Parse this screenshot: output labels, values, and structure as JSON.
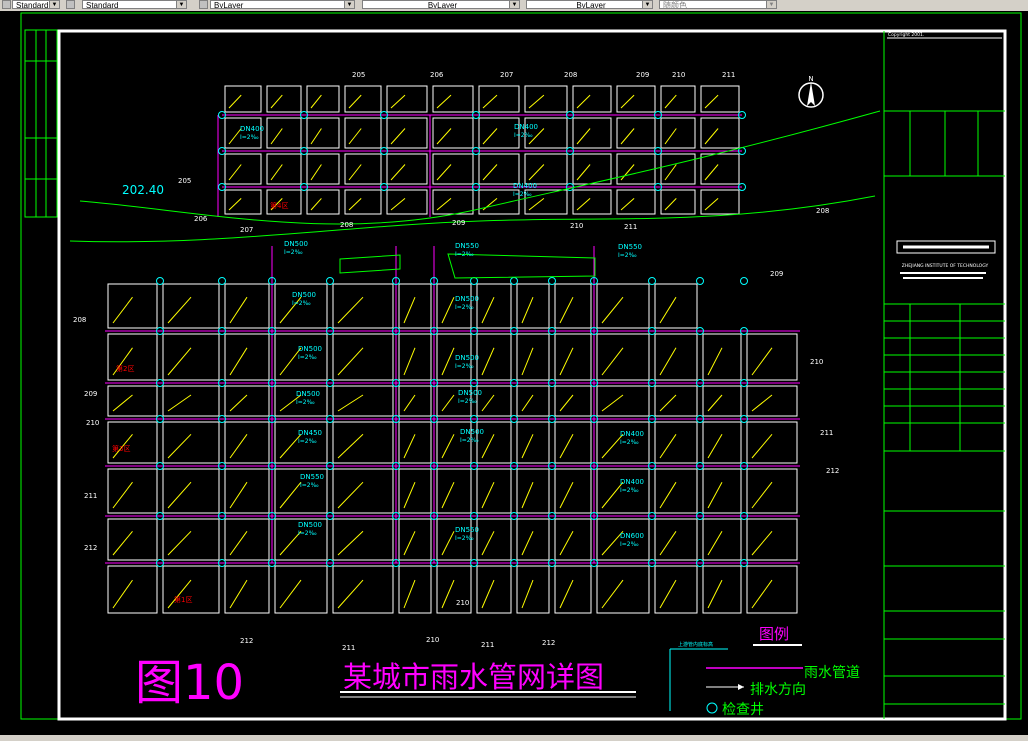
{
  "toolbar": {
    "text_style": "Standard",
    "layer": "ByLayer",
    "linetype": "ByLayer",
    "lineweight": "ByLayer",
    "plot_style": "随颜色"
  },
  "drawing": {
    "figure_label": "图10",
    "main_title": "某城市雨水管网详图",
    "legend_title": "图例",
    "legend_small_label": "上游管内底标高",
    "legend_items": [
      {
        "icon": "magenta-line",
        "label": "雨水管道"
      },
      {
        "icon": "arrow-icon",
        "label": "排水方向"
      },
      {
        "icon": "manhole-circle-icon",
        "label": "检查井"
      }
    ],
    "north_label": "N",
    "river_elevation": "202.40",
    "institute": "ZHEJIANG INSTITUTE OF TECHNOLOGY",
    "copyright": "Copyright 2001.",
    "top_numbers": [
      "205",
      "206",
      "207",
      "208",
      "209",
      "210",
      "211"
    ],
    "river_numbers": [
      "205",
      "206",
      "207",
      "208",
      "209",
      "210",
      "211",
      "208"
    ],
    "right_numbers": [
      "209",
      "210",
      "211",
      "212"
    ],
    "left_numbers": [
      "208",
      "209",
      "210",
      "211",
      "212"
    ],
    "bottom_numbers": [
      "212",
      "211",
      "210",
      "211",
      "212",
      "210"
    ],
    "zone_labels": [
      "第1区",
      "第2区",
      "第3区",
      "第4区"
    ],
    "pipe_labels": [
      "DN400",
      "DN400",
      "DN400",
      "DN500",
      "DN550",
      "DN550",
      "DN500",
      "DN500",
      "DN500",
      "DN500",
      "DN500",
      "DN500",
      "DN450",
      "DN500",
      "DN550",
      "DN400",
      "DN500",
      "DN550",
      "DN400",
      "DN600"
    ],
    "slope_label": "I=2‰"
  },
  "colors": {
    "background": "#000000",
    "frame": "#ffffff",
    "title_block": "#00ff00",
    "pipe": "#ff00ff",
    "road": "#ffffff",
    "annotation": "#00ffff",
    "arrow": "#ffff00",
    "river": "#00ff00",
    "zone_label": "#ff0000"
  }
}
